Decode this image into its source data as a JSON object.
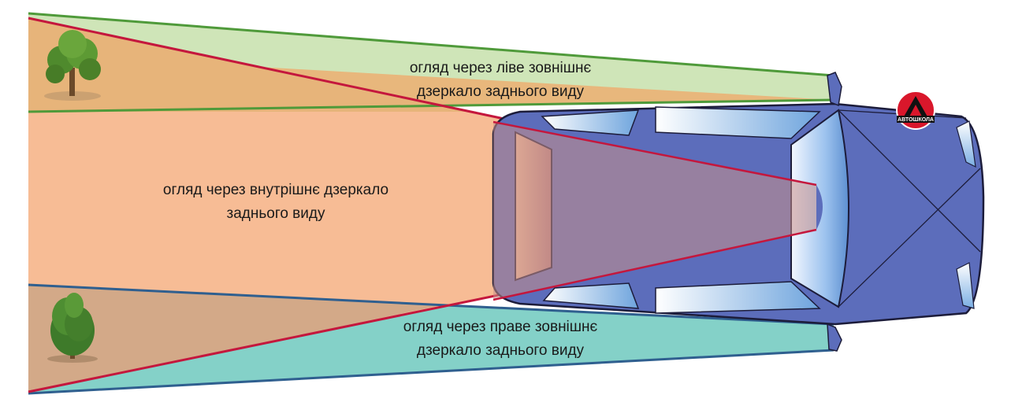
{
  "diagram": {
    "labels": {
      "left_mirror": [
        "огляд через ліве зовнішнє",
        "дзеркало заднього виду"
      ],
      "inner_mirror": [
        "огляд через внутрішнє дзеркало",
        "заднього виду"
      ],
      "right_mirror": [
        "огляд через праве зовнішнє",
        "дзеркало заднього виду"
      ]
    },
    "logo_text": "АВТОШКОЛА",
    "colors": {
      "left_zone": "#cfe5b8",
      "left_zone_edge": "#4f9a3a",
      "inner_zone": "#f7bc95",
      "inner_zone_edge": "#c4173d",
      "right_zone": "#84d1c8",
      "right_zone_edge": "#2f5f8f",
      "overlap_zone": "#e5b37a",
      "car_body": "#5c6dbb",
      "car_outline": "#1c1c3a",
      "glass": "#8fbbe8",
      "logo_red": "#d9172b"
    }
  }
}
